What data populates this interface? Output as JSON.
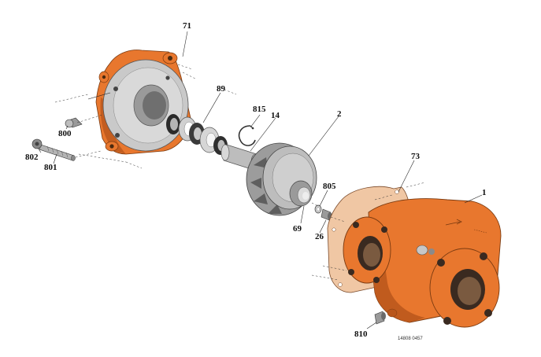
{
  "labels": {
    "l71": "71",
    "l89": "89",
    "l815": "815",
    "l14": "14",
    "l2": "2",
    "l800": "800",
    "l802": "802",
    "l801": "801",
    "l73": "73",
    "l1": "1",
    "l805": "805",
    "l69": "69",
    "l26": "26",
    "l810": "810"
  },
  "footer_code": "14808 0457",
  "colors": {
    "orange": "#e8772e",
    "orange_dark": "#b9561b",
    "gray": "#c9c9c9",
    "gray_dark": "#8a8a8a",
    "gasket": "#f0c7a4"
  }
}
